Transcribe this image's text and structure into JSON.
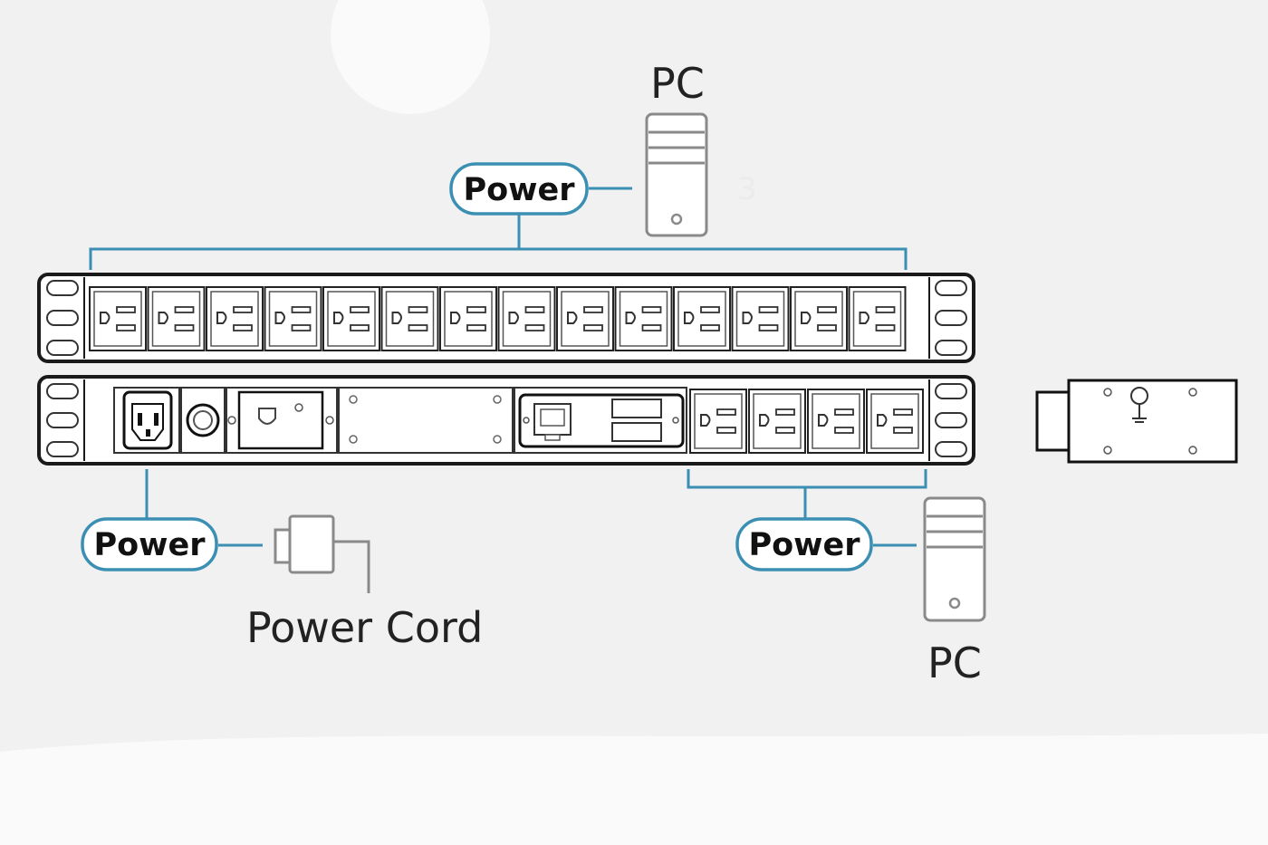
{
  "labels": {
    "top_power": "Power",
    "top_pc": "PC",
    "bottom_left_power": "Power",
    "power_cord": "Power Cord",
    "bottom_right_power": "Power",
    "bottom_pc": "PC",
    "faint_number": "3"
  },
  "colors": {
    "background": "#f1f1f1",
    "connector_line": "#3b8fb3",
    "device_outline": "#1a1a1a",
    "pc_outline": "#8a8a8a"
  },
  "top_pdu": {
    "outlet_count": 14
  },
  "bottom_pdu": {
    "outlet_count": 4
  }
}
